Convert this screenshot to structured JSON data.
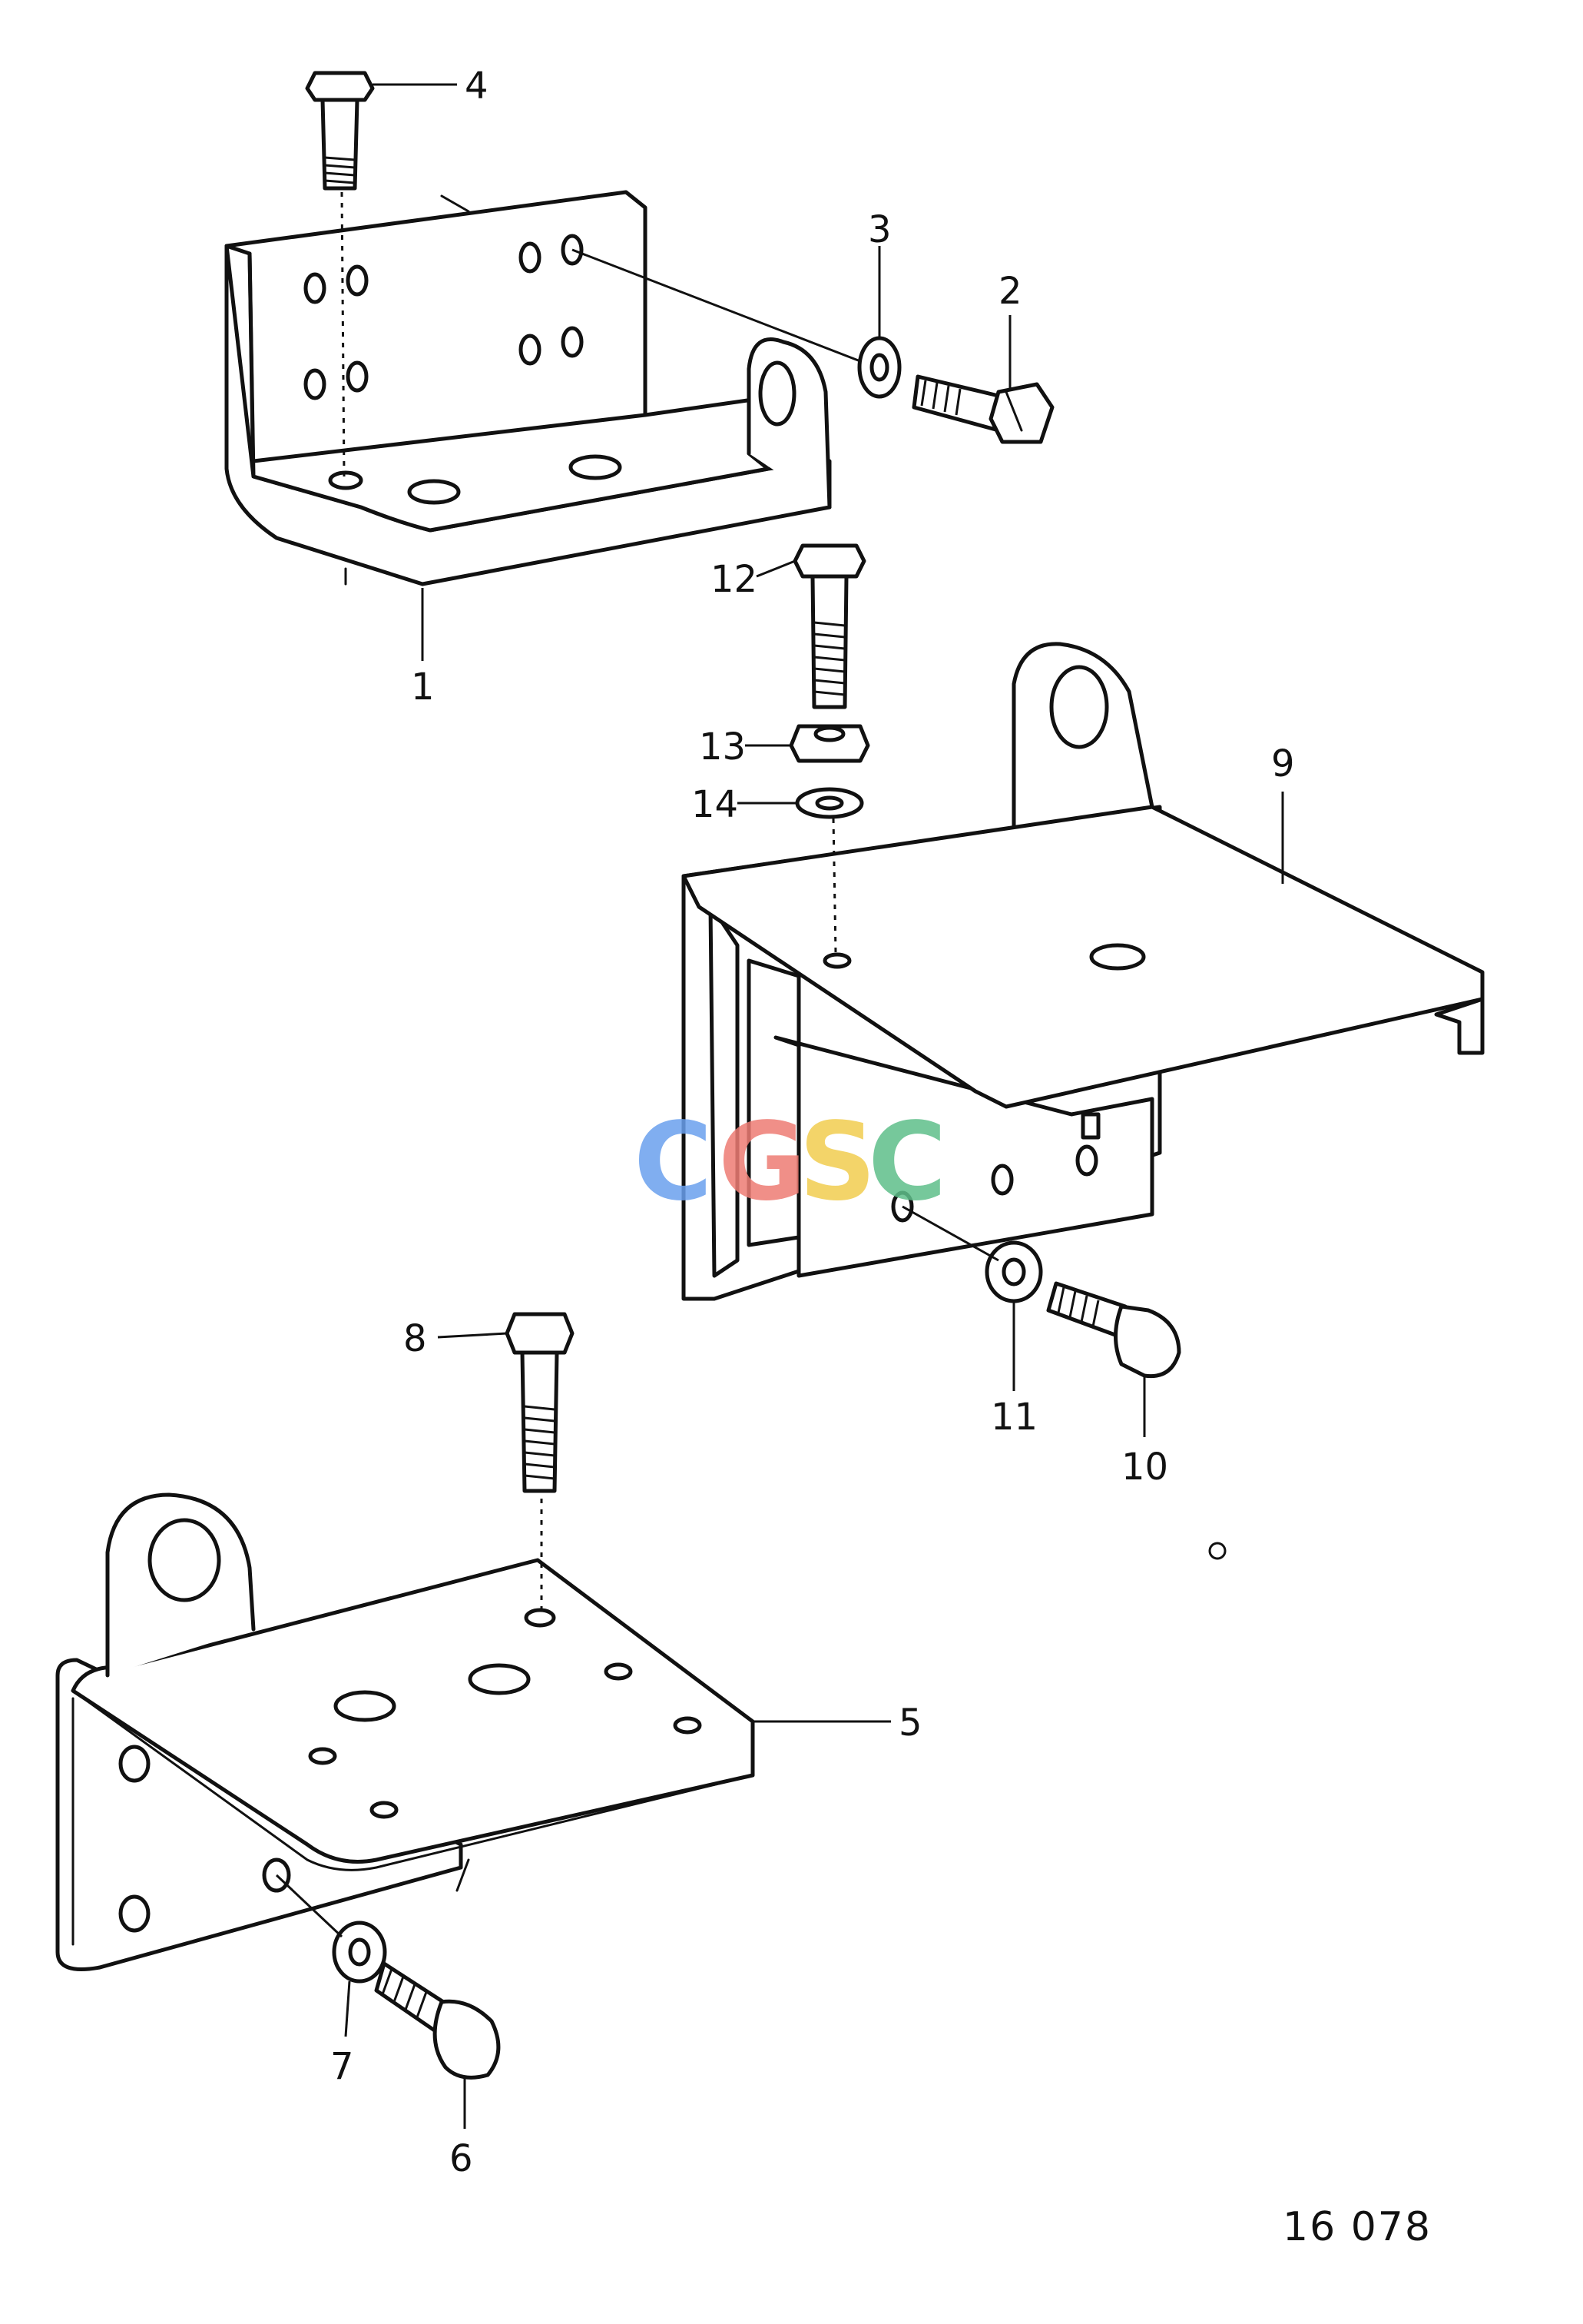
{
  "drawing_number": "16 078",
  "watermark": {
    "letters": [
      {
        "char": "C",
        "color": "#6aa0ee"
      },
      {
        "char": "G",
        "color": "#ee7c74"
      },
      {
        "char": "S",
        "color": "#f1cd50"
      },
      {
        "char": "C",
        "color": "#5fbf8a"
      }
    ]
  },
  "callouts": {
    "c1": "1",
    "c2": "2",
    "c3": "3",
    "c4": "4",
    "c5": "5",
    "c6": "6",
    "c7": "7",
    "c8": "8",
    "c9": "9",
    "c10": "10",
    "c11": "11",
    "c12": "12",
    "c13": "13",
    "c14": "14"
  }
}
